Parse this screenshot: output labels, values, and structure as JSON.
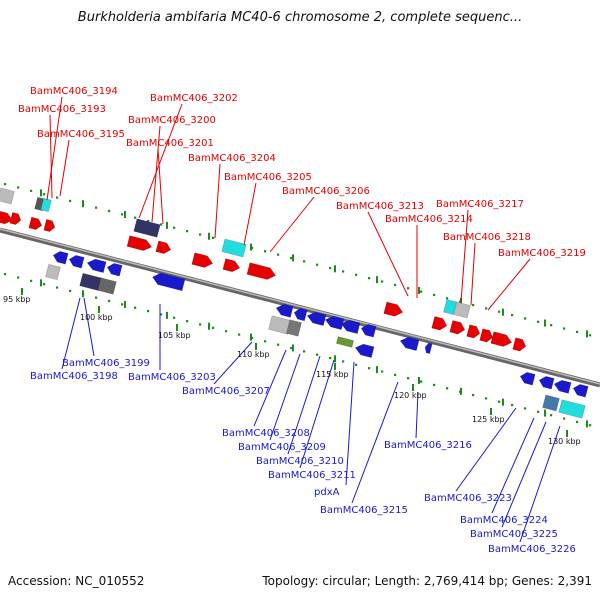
{
  "title": "Burkholderia ambifaria MC40-6 chromosome 2, complete sequenc...",
  "footer": {
    "accession": "Accession: NC_010552",
    "summary": "Topology: circular; Length: 2,769,414 bp; Genes: 2,391"
  },
  "colors": {
    "forward": "#e60000",
    "reverse": "#1a1acc",
    "ruler": "#1a8c1a",
    "backbone": "#888888"
  },
  "kbp_ticks": [
    "95 kbp",
    "100 kbp",
    "105 kbp",
    "110 kbp",
    "115 kbp",
    "120 kbp",
    "125 kbp",
    "130 kbp"
  ],
  "forward_labels": [
    "BamMC406_3194",
    "BamMC406_3193",
    "BamMC406_3195",
    "BamMC406_3202",
    "BamMC406_3200",
    "BamMC406_3201",
    "BamMC406_3204",
    "BamMC406_3205",
    "BamMC406_3206",
    "BamMC406_3213",
    "BamMC406_3214",
    "BamMC406_3217",
    "BamMC406_3218",
    "BamMC406_3219"
  ],
  "reverse_labels": [
    "BamMC406_3199",
    "BamMC406_3198",
    "BamMC406_3203",
    "BamMC406_3207",
    "BamMC406_3208",
    "BamMC406_3209",
    "BamMC406_3210",
    "BamMC406_3211",
    "pdxA",
    "BamMC406_3215",
    "BamMC406_3216",
    "BamMC406_3223",
    "BamMC406_3224",
    "BamMC406_3225",
    "BamMC406_3226"
  ]
}
